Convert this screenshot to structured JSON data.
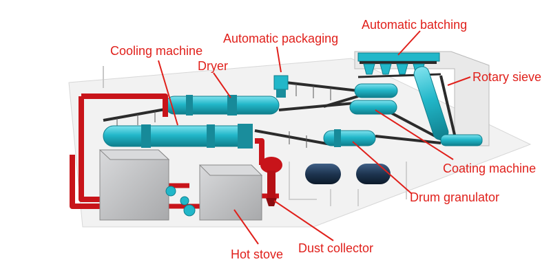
{
  "labels": {
    "automatic_batching": "Automatic batching",
    "automatic_packaging": "Automatic packaging",
    "cooling_machine": "Cooling machine",
    "dryer": "Dryer",
    "rotary_sieve": "Rotary sieve",
    "coating_machine": "Coating machine",
    "drum_granulator": "Drum granulator",
    "hot_stove": "Hot stove",
    "dust_collector": "Dust collector"
  },
  "colors": {
    "label": "#e0201b",
    "machine_teal": "#22b7c9",
    "pipe_red": "#c8141a",
    "housing_gray": "#bfc0c2",
    "tank_navy": "#1e3550"
  }
}
